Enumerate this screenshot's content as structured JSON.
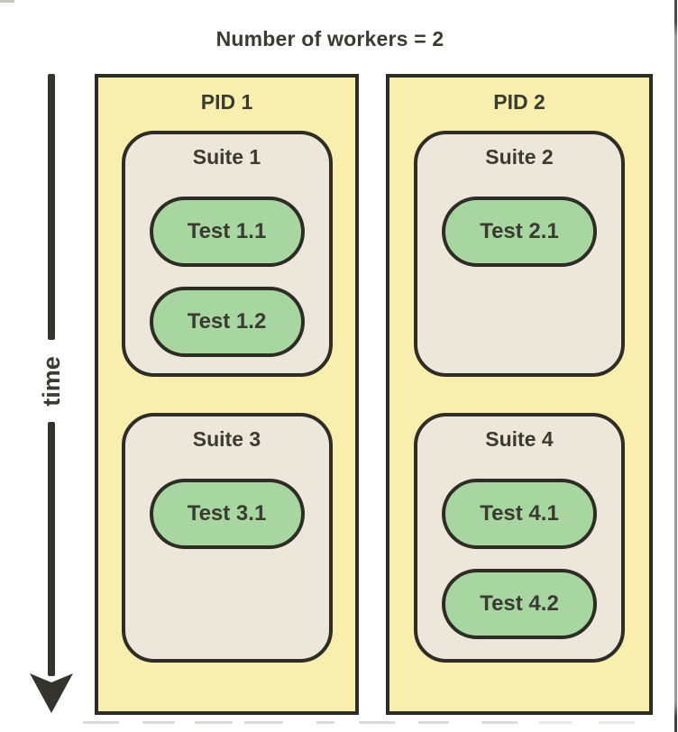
{
  "title": "Number of workers = 2",
  "time_axis": {
    "label": "time",
    "direction": "down"
  },
  "workers": [
    {
      "label": "PID 1",
      "suites": [
        {
          "label": "Suite 1",
          "tests": [
            {
              "label": "Test 1.1"
            },
            {
              "label": "Test 1.2"
            }
          ]
        },
        {
          "label": "Suite 3",
          "tests": [
            {
              "label": "Test 3.1"
            }
          ]
        }
      ]
    },
    {
      "label": "PID 2",
      "suites": [
        {
          "label": "Suite 2",
          "tests": [
            {
              "label": "Test 2.1"
            }
          ]
        },
        {
          "label": "Suite 4",
          "tests": [
            {
              "label": "Test 4.1"
            },
            {
              "label": "Test 4.2"
            }
          ]
        }
      ]
    }
  ],
  "icons": {
    "arrow_down": "arrow-down-icon"
  },
  "colors": {
    "worker_bg": "#f8efae",
    "suite_bg": "#ece7da",
    "test_bg": "#a7d6a1",
    "border": "#2d2d26",
    "text": "#3b3b32",
    "background": "#ffffff"
  }
}
